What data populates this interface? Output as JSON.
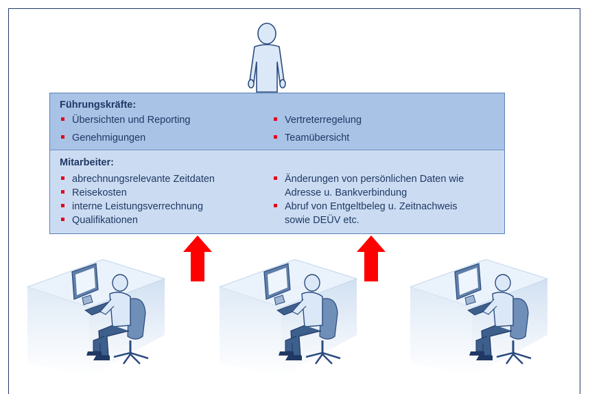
{
  "manager_section": {
    "title": "Führungskräfte:",
    "left_items": [
      "Übersichten und Reporting",
      "Genehmigungen"
    ],
    "right_items": [
      "Vertreterregelung",
      "Teamübersicht"
    ]
  },
  "employee_section": {
    "title": "Mitarbeiter:",
    "left_items": [
      "abrechnungsrelevante Zeitdaten",
      "Reisekosten",
      "interne Leistungsverrechnung",
      "Qualifikationen"
    ],
    "right_items": [
      [
        "Änderungen von persönlichen Daten wie",
        "Adresse u. Bankverbindung"
      ],
      [
        "Abruf von Entgeltbeleg u. Zeitnachweis",
        "sowie DEÜV etc."
      ]
    ]
  },
  "colors": {
    "frame_border": "#1f3864",
    "manager_bg": "#a9c3e6",
    "employee_bg": "#cbdcf2",
    "text": "#1f3864",
    "bullet": "#e3001b",
    "arrow": "#ff0000",
    "person_fill": "#dbe8f7",
    "person_stroke": "#2a4a7e"
  },
  "icons": [
    "manager-person-icon",
    "employee-workstation-icon",
    "up-arrow-icon"
  ]
}
